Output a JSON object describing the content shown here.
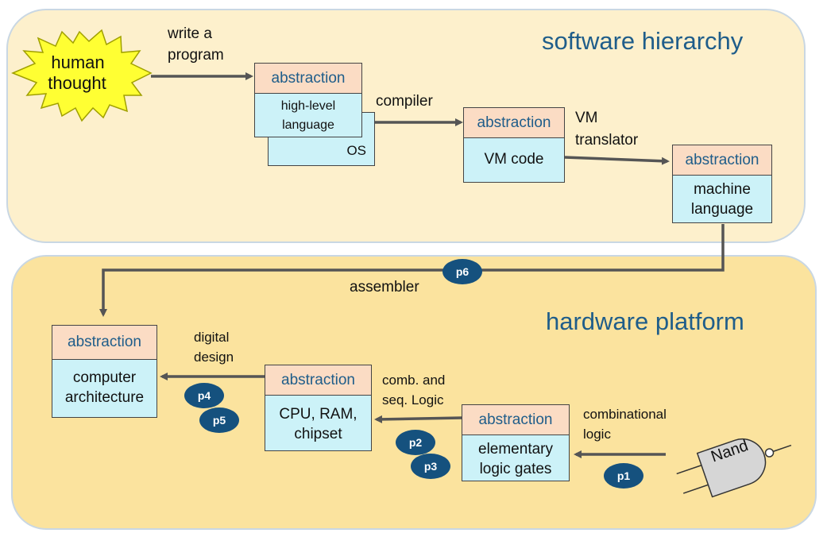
{
  "regions": {
    "software": {
      "title": "software hierarchy"
    },
    "hardware": {
      "title": "hardware platform"
    }
  },
  "starburst": {
    "label_line1": "human",
    "label_line2": "thought"
  },
  "boxes": {
    "hll": {
      "head": "abstraction",
      "line1": "high-level",
      "line2": "language"
    },
    "os": {
      "label": "OS"
    },
    "vm": {
      "head": "abstraction",
      "line1": "VM code"
    },
    "ml": {
      "head": "abstraction",
      "line1": "machine",
      "line2": "language"
    },
    "ca": {
      "head": "abstraction",
      "line1": "computer",
      "line2": "architecture"
    },
    "cpu": {
      "head": "abstraction",
      "line1": "CPU, RAM,",
      "line2": "chipset"
    },
    "gates": {
      "head": "abstraction",
      "line1": "elementary",
      "line2": "logic gates"
    }
  },
  "labels": {
    "write_program_1": "write a",
    "write_program_2": "program",
    "compiler": "compiler",
    "vm_translator_1": "VM",
    "vm_translator_2": "translator",
    "assembler": "assembler",
    "digital_design_1": "digital",
    "digital_design_2": "design",
    "comb_seq_1": "comb. and",
    "comb_seq_2": "seq. Logic",
    "combinational_1": "combinational",
    "combinational_2": "logic"
  },
  "nand": {
    "label": "Nand"
  },
  "badges": {
    "p1": "p1",
    "p2": "p2",
    "p3": "p3",
    "p4": "p4",
    "p5": "p5",
    "p6": "p6"
  },
  "colors": {
    "software_bg": "#fdf0cc",
    "hardware_bg": "#fbe39e",
    "box_head": "#fbdcc4",
    "box_body": "#ccf2f8",
    "title_text": "#1f5d8a",
    "badge": "#15517e",
    "starburst": "#ffff33",
    "arrow": "#555555"
  }
}
